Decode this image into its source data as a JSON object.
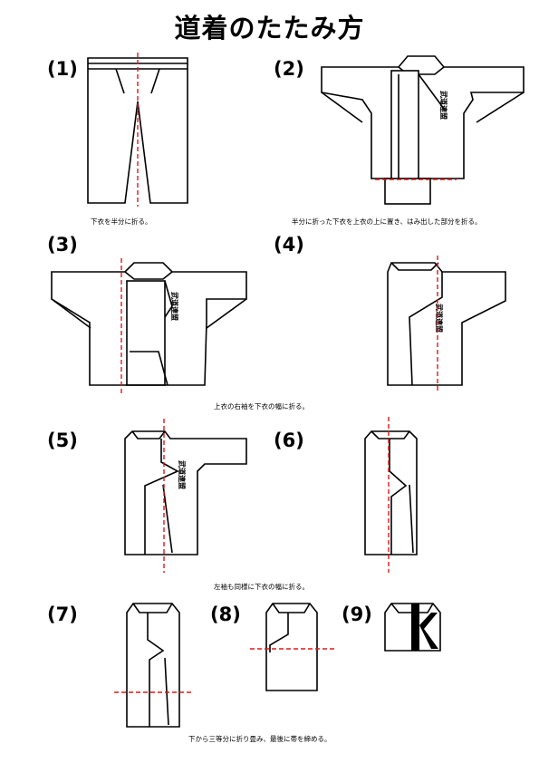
{
  "title": "道着のたたみ方",
  "steps": [
    {
      "num": "(1)",
      "caption": "下衣を半分に折る。"
    },
    {
      "num": "(2)",
      "caption": "半分に折った下衣を上衣の上に置き、はみ出した部分を折る。"
    },
    {
      "num": "(3)",
      "caption": ""
    },
    {
      "num": "(4)",
      "caption": "上衣の右袖を下衣の幅に折る。"
    },
    {
      "num": "(5)",
      "caption": ""
    },
    {
      "num": "(6)",
      "caption": "左袖も同様に下衣の幅に折る。"
    },
    {
      "num": "(7)",
      "caption": ""
    },
    {
      "num": "(8)",
      "caption": ""
    },
    {
      "num": "(9)",
      "caption": "下から三等分に折り畳み、最後に帯を締める。"
    }
  ],
  "colors": {
    "fold_line": "#e01818",
    "outline": "#000000"
  }
}
